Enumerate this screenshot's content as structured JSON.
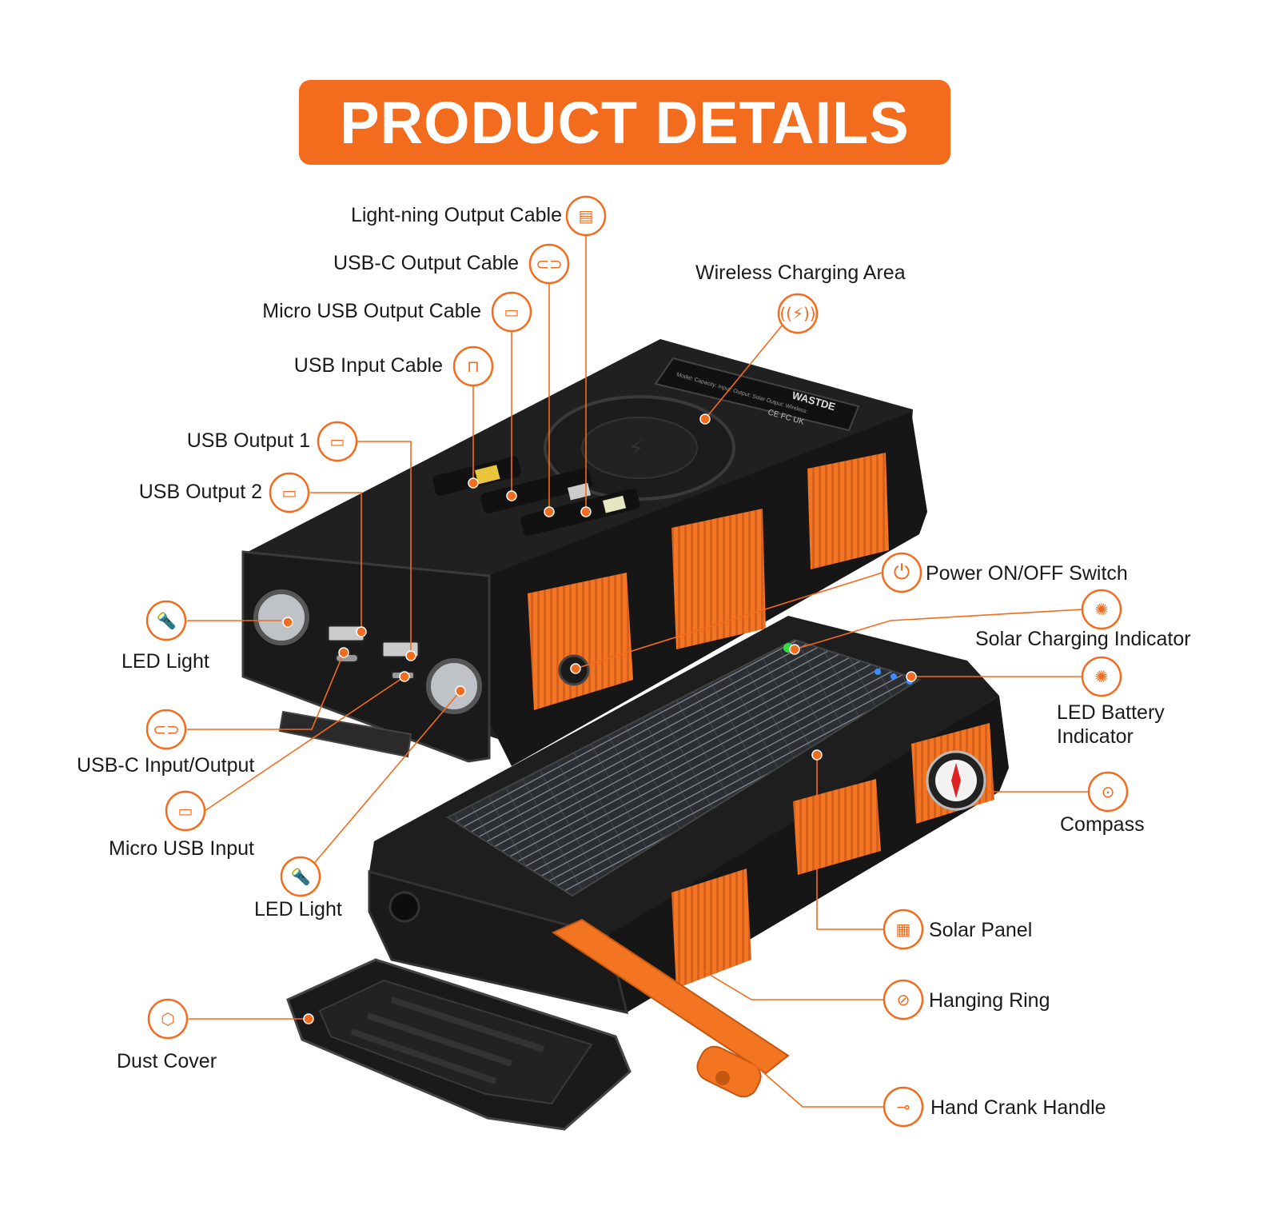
{
  "colors": {
    "accent": "#f36b1c",
    "device_body": "#1c1c1c",
    "device_edge": "#3a3a3a",
    "grip": "#f37421",
    "solar": "#2b2e33",
    "solar_line": "#8a8f96",
    "led_green": "#33dd44",
    "led_blue": "#3c8cff"
  },
  "banner": {
    "title": "PRODUCT DETAILS"
  },
  "device": {
    "brand": "WASTDE",
    "specs": "Model: Capacity: Input: Output: Solar Output: Wireless:",
    "cert_marks": "CE FC UK"
  },
  "callouts": [
    {
      "id": "lightning-output-cable",
      "label": "Light-ning Output Cable",
      "icon": "lightning-plug-icon"
    },
    {
      "id": "usbc-output-cable",
      "label": "USB-C Output Cable",
      "icon": "usbc-port-icon"
    },
    {
      "id": "micro-usb-output-cable",
      "label": "Micro USB Output Cable",
      "icon": "micro-usb-port-icon"
    },
    {
      "id": "usb-input-cable",
      "label": "USB Input Cable",
      "icon": "usb-plug-icon"
    },
    {
      "id": "usb-output-1",
      "label": "USB Output 1",
      "icon": "usb-port-icon"
    },
    {
      "id": "usb-output-2",
      "label": "USB Output 2",
      "icon": "usb-port-icon"
    },
    {
      "id": "wireless-charging-area",
      "label": "Wireless Charging Area",
      "icon": "wireless-charging-icon"
    },
    {
      "id": "led-light-1",
      "label": "LED Light",
      "icon": "flashlight-icon"
    },
    {
      "id": "usbc-input-output",
      "label": "USB-C Input/Output",
      "icon": "usbc-port-icon"
    },
    {
      "id": "micro-usb-input",
      "label": "Micro USB Input",
      "icon": "micro-usb-port-icon"
    },
    {
      "id": "led-light-2",
      "label": "LED Light",
      "icon": "flashlight-icon"
    },
    {
      "id": "power-switch",
      "label": "Power ON/OFF Switch",
      "icon": "power-icon"
    },
    {
      "id": "solar-charging-indicator",
      "label": "Solar Charging Indicator",
      "icon": "indicator-light-icon"
    },
    {
      "id": "led-battery-indicator",
      "label": "LED Battery",
      "label_2": "Indicator",
      "icon": "indicator-light-icon"
    },
    {
      "id": "compass",
      "label": "Compass",
      "icon": "compass-icon"
    },
    {
      "id": "solar-panel",
      "label": "Solar Panel",
      "icon": "solar-panel-icon"
    },
    {
      "id": "hanging-ring",
      "label": "Hanging Ring",
      "icon": "carabiner-icon"
    },
    {
      "id": "dust-cover",
      "label": "Dust Cover",
      "icon": "box-icon"
    },
    {
      "id": "hand-crank-handle",
      "label": "Hand Crank Handle",
      "icon": "hand-crank-icon"
    }
  ]
}
